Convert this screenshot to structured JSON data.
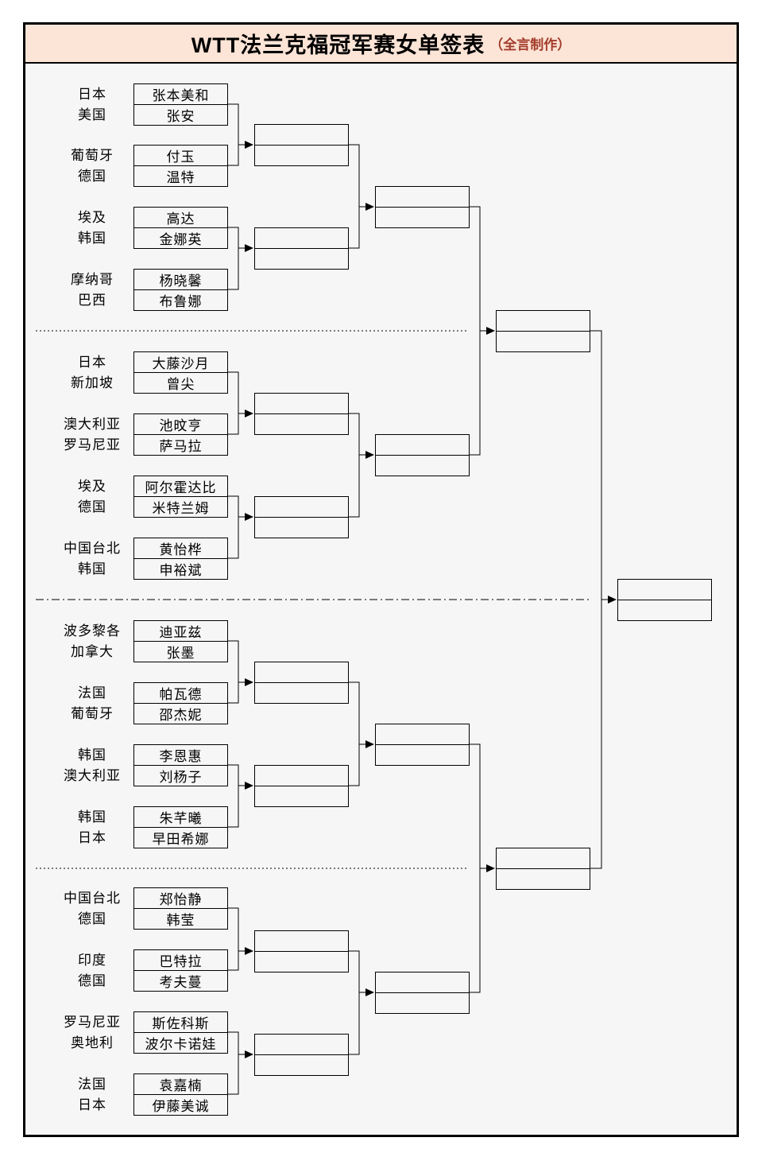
{
  "title": {
    "main": "WTT法兰克福冠军赛女单签表",
    "credit": "（全言制作）"
  },
  "colors": {
    "title_bg": "#fce4d6",
    "credit_text": "#a23b2a",
    "line": "#000000",
    "page_bg": "#f6f6f6"
  },
  "players": [
    {
      "country": "日本",
      "name": "张本美和"
    },
    {
      "country": "美国",
      "name": "张安"
    },
    {
      "country": "葡萄牙",
      "name": "付玉"
    },
    {
      "country": "德国",
      "name": "温特"
    },
    {
      "country": "埃及",
      "name": "高达"
    },
    {
      "country": "韩国",
      "name": "金娜英"
    },
    {
      "country": "摩纳哥",
      "name": "杨晓馨"
    },
    {
      "country": "巴西",
      "name": "布鲁娜"
    },
    {
      "country": "日本",
      "name": "大藤沙月"
    },
    {
      "country": "新加坡",
      "name": "曾尖"
    },
    {
      "country": "澳大利亚",
      "name": "池旼亨"
    },
    {
      "country": "罗马尼亚",
      "name": "萨马拉"
    },
    {
      "country": "埃及",
      "name": "阿尔霍达比"
    },
    {
      "country": "德国",
      "name": "米特兰姆"
    },
    {
      "country": "中国台北",
      "name": "黄怡桦"
    },
    {
      "country": "韩国",
      "name": "申裕斌"
    },
    {
      "country": "波多黎各",
      "name": "迪亚兹"
    },
    {
      "country": "加拿大",
      "name": "张墨"
    },
    {
      "country": "法国",
      "name": "帕瓦德"
    },
    {
      "country": "葡萄牙",
      "name": "邵杰妮"
    },
    {
      "country": "韩国",
      "name": "李恩惠"
    },
    {
      "country": "澳大利亚",
      "name": "刘杨子"
    },
    {
      "country": "韩国",
      "name": "朱芊曦"
    },
    {
      "country": "日本",
      "name": "早田希娜"
    },
    {
      "country": "中国台北",
      "name": "郑怡静"
    },
    {
      "country": "德国",
      "name": "韩莹"
    },
    {
      "country": "印度",
      "name": "巴特拉"
    },
    {
      "country": "德国",
      "name": "考夫蔓"
    },
    {
      "country": "罗马尼亚",
      "name": "斯佐科斯"
    },
    {
      "country": "奥地利",
      "name": "波尔卡诺娃"
    },
    {
      "country": "法国",
      "name": "袁嘉楠"
    },
    {
      "country": "日本",
      "name": "伊藤美诚"
    }
  ]
}
